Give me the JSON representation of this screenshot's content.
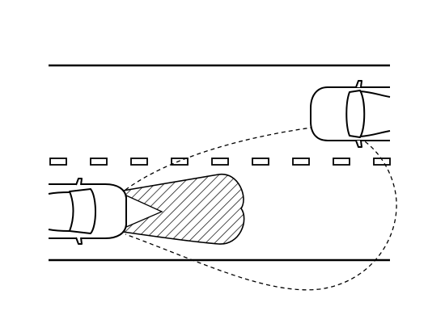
{
  "diagram": {
    "colors": {
      "line": "#000000",
      "background": "#ffffff",
      "hatch_fill": "#ffffff"
    },
    "road": {
      "lanes": 2,
      "center_line_style": "dashed-segments"
    },
    "vehicles": [
      {
        "role": "ego-vehicle",
        "lane": "lower",
        "direction": "right"
      },
      {
        "role": "vehicle-ahead",
        "lane": "upper",
        "direction": "right"
      }
    ],
    "zones": [
      {
        "kind": "short-range-detection",
        "pattern": "hatched"
      },
      {
        "kind": "long-range-detection",
        "pattern": "dashed-outline"
      }
    ]
  }
}
